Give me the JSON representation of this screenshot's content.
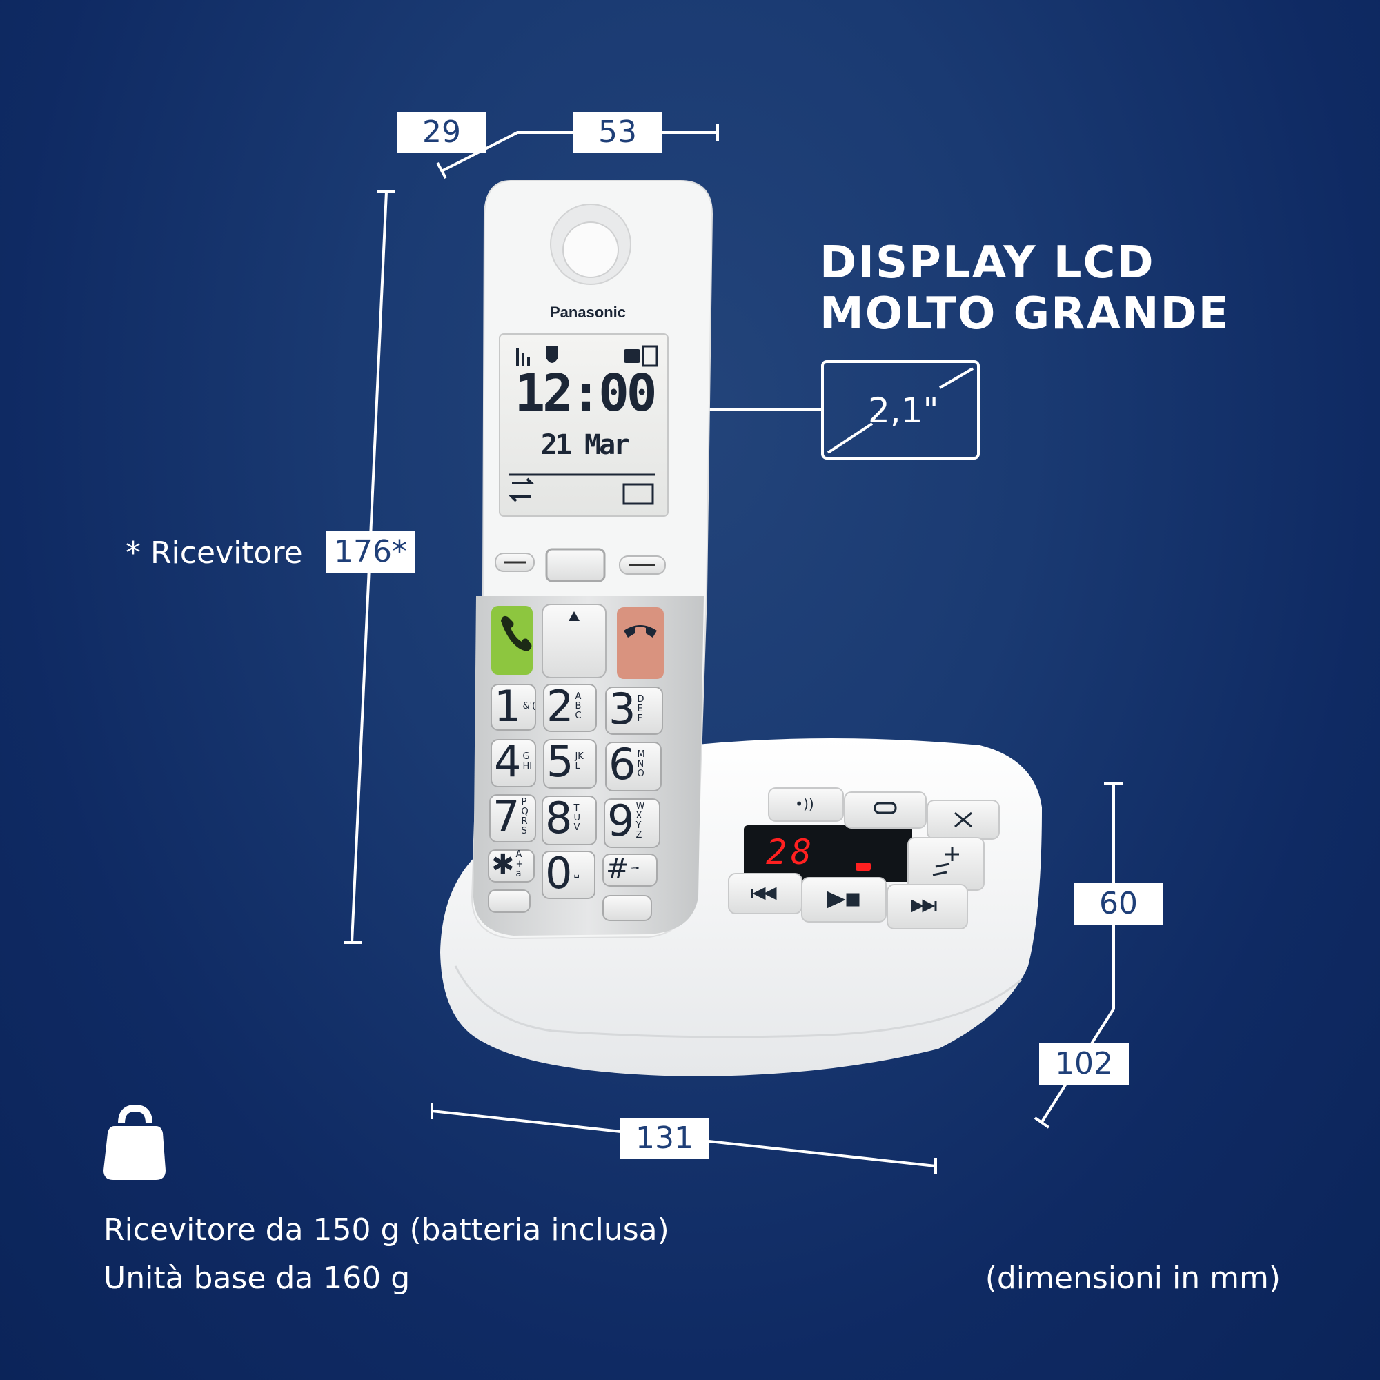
{
  "headline": {
    "line1": "DISPLAY LCD",
    "line2": "MOLTO GRANDE"
  },
  "screen_size": "2,1\"",
  "dimensions": {
    "depth_handset": "29",
    "width_handset": "53",
    "height_handset": "176*",
    "handset_note": "* Ricevitore",
    "base_height": "60",
    "base_depth": "102",
    "base_width": "131"
  },
  "weight": {
    "line1": "Ricevitore da 150 g (batteria inclusa)",
    "line2": "Unità base da 160 g"
  },
  "unit_note": "(dimensioni in mm)",
  "phone": {
    "brand": "Panasonic",
    "lcd_time": "12:00",
    "lcd_date": "21 Mar",
    "base_display": "28",
    "keypad": [
      {
        "digit": "1",
        "letters": "&'("
      },
      {
        "digit": "2",
        "letters": "ABC"
      },
      {
        "digit": "3",
        "letters": "DEF"
      },
      {
        "digit": "4",
        "letters": "GHI"
      },
      {
        "digit": "5",
        "letters": "JKL"
      },
      {
        "digit": "6",
        "letters": "MNO"
      },
      {
        "digit": "7",
        "letters": "PQRS"
      },
      {
        "digit": "8",
        "letters": "TUV"
      },
      {
        "digit": "9",
        "letters": "WXYZ"
      },
      {
        "digit": "✱",
        "letters": "A+a"
      },
      {
        "digit": "0",
        "letters": "␣"
      },
      {
        "digit": "#",
        "letters": "⊶"
      }
    ]
  },
  "colors": {
    "background": "#12306a",
    "call_key": "#8dc63f",
    "end_key": "#d9937f",
    "led": "#ff2020"
  }
}
